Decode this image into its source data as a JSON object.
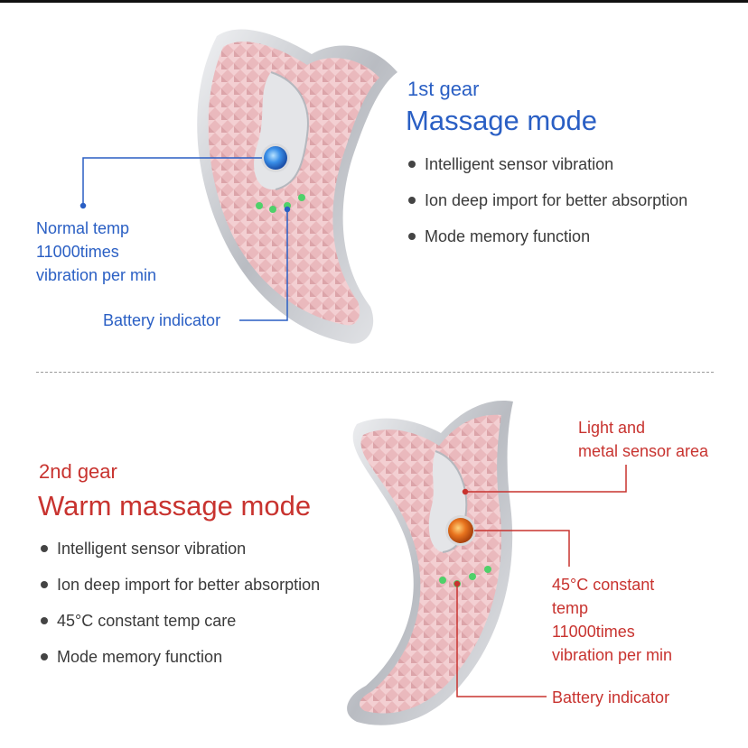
{
  "colors": {
    "blue_accent": "#2a5fc4",
    "red_accent": "#c8332f",
    "body_text": "#3a3a3a",
    "device_pink": "#e9b8bc",
    "device_silver": "#d2d4d8",
    "indicator_green": "#4fd16a",
    "button_blue": "#3a8fe8",
    "button_orange": "#e8731e"
  },
  "section1": {
    "gear_label": "1st gear",
    "mode_title": "Massage mode",
    "features": [
      "Intelligent sensor vibration",
      "Ion deep import for better absorption",
      "Mode memory function"
    ],
    "callout_temp": [
      "Normal temp",
      "11000times",
      "vibration per min"
    ],
    "callout_battery": "Battery indicator",
    "button_icon": "power-button-icon",
    "indicator_count": 4
  },
  "section2": {
    "gear_label": "2nd gear",
    "mode_title": "Warm massage mode",
    "features": [
      "Intelligent sensor vibration",
      "Ion deep import for better absorption",
      "45°C constant temp care",
      "Mode memory function"
    ],
    "callout_sensor": [
      "Light and",
      "metal sensor area"
    ],
    "callout_temp": [
      "45°C constant",
      "temp",
      "11000times",
      "vibration per min"
    ],
    "callout_battery": "Battery indicator",
    "button_icon": "power-button-icon",
    "indicator_count": 4
  }
}
